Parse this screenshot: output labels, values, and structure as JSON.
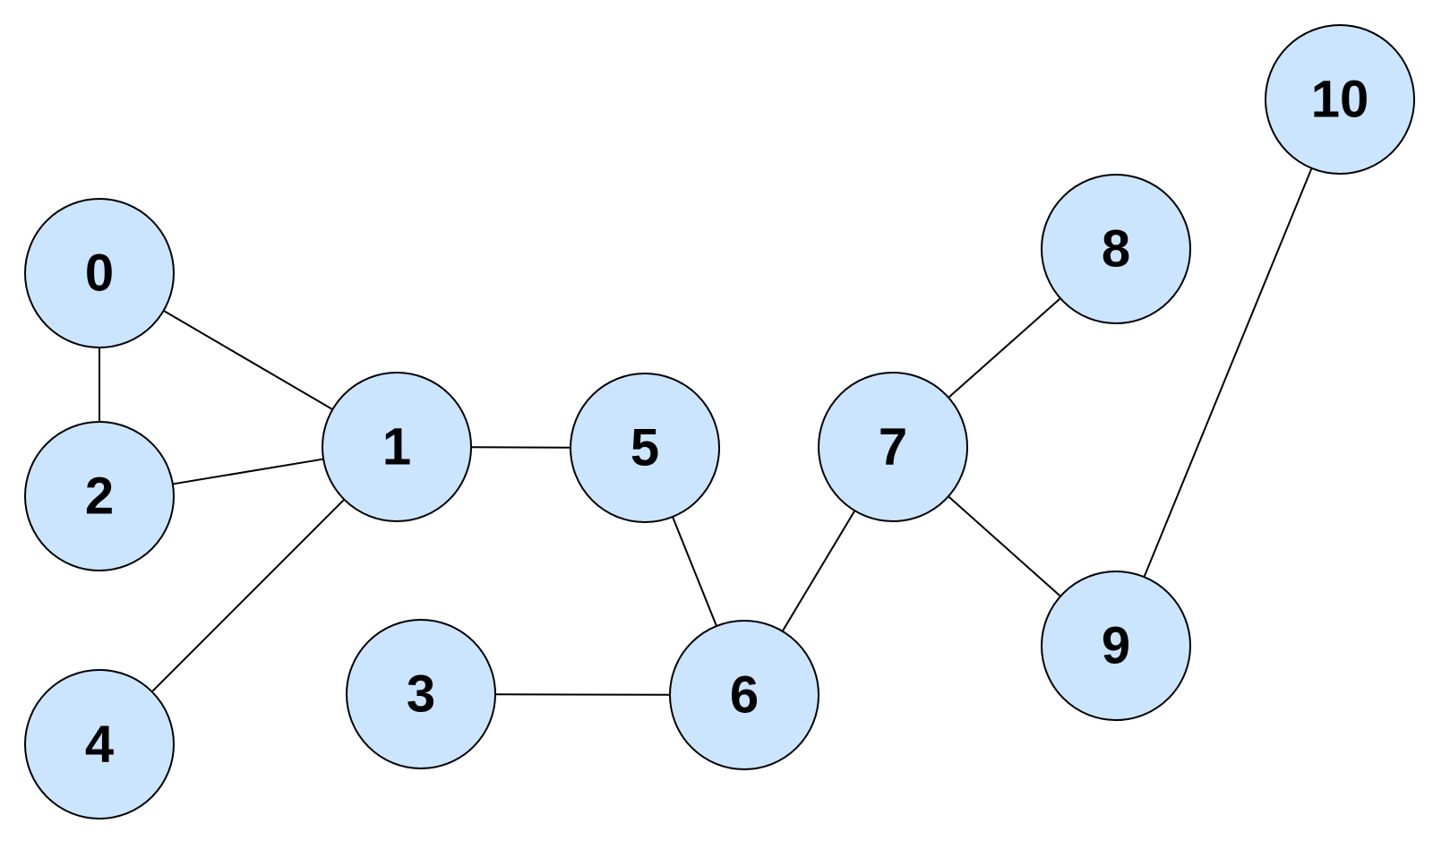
{
  "graph": {
    "node_fill": "#cce5ff",
    "node_stroke": "#000000",
    "edge_color": "#000000",
    "nodes": [
      {
        "id": "0",
        "label": "0"
      },
      {
        "id": "1",
        "label": "1"
      },
      {
        "id": "2",
        "label": "2"
      },
      {
        "id": "3",
        "label": "3"
      },
      {
        "id": "4",
        "label": "4"
      },
      {
        "id": "5",
        "label": "5"
      },
      {
        "id": "6",
        "label": "6"
      },
      {
        "id": "7",
        "label": "7"
      },
      {
        "id": "8",
        "label": "8"
      },
      {
        "id": "9",
        "label": "9"
      },
      {
        "id": "10",
        "label": "10"
      }
    ],
    "edges": [
      [
        "0",
        "1"
      ],
      [
        "0",
        "2"
      ],
      [
        "2",
        "1"
      ],
      [
        "1",
        "5"
      ],
      [
        "1",
        "4"
      ],
      [
        "5",
        "6"
      ],
      [
        "3",
        "6"
      ],
      [
        "6",
        "7"
      ],
      [
        "7",
        "8"
      ],
      [
        "7",
        "9"
      ],
      [
        "9",
        "10"
      ]
    ]
  }
}
